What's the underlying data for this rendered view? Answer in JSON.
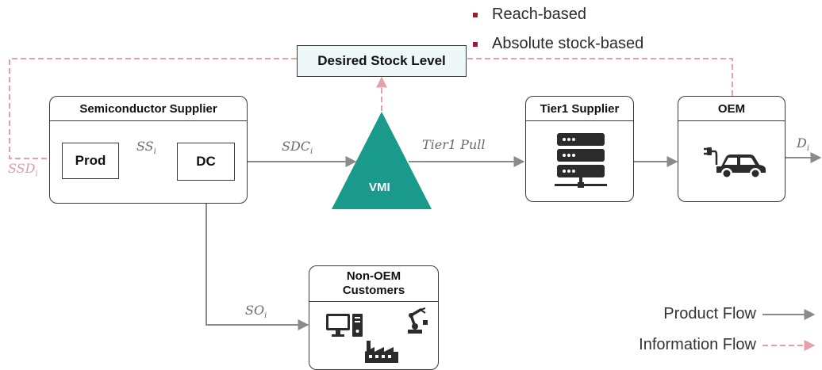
{
  "bullets": [
    "Reach-based",
    "Absolute stock-based"
  ],
  "desired_stock": {
    "label": "Desired Stock Level"
  },
  "supplier": {
    "title": "Semiconductor Supplier",
    "prod": "Prod",
    "dc": "DC"
  },
  "vmi": {
    "label": "VMI"
  },
  "tier1": {
    "title": "Tier1 Supplier"
  },
  "oem": {
    "title": "OEM"
  },
  "non_oem": {
    "title_line1": "Non-OEM",
    "title_line2": "Customers"
  },
  "flows": {
    "ssd": {
      "base": "SSD",
      "sub": "i"
    },
    "ss": {
      "base": "SS",
      "sub": "i"
    },
    "sdc": {
      "base": "SDC",
      "sub": "i"
    },
    "tier1_pull": "Tier1 Pull",
    "d": {
      "base": "D",
      "sub": "i"
    },
    "so": {
      "base": "SO",
      "sub": "i"
    }
  },
  "legend": {
    "product_flow": "Product Flow",
    "information_flow": "Information Flow"
  },
  "colors": {
    "vmi_fill": "#1a9a8a",
    "info_flow": "#e7a0a8",
    "product_flow": "#8a8a8a",
    "accent_bullet": "#9b1b30",
    "desired_fill": "#eef8f9"
  },
  "icons": [
    "server-rack-icon",
    "electric-car-icon",
    "desktop-computer-icon",
    "factory-icon",
    "robot-arm-icon"
  ]
}
